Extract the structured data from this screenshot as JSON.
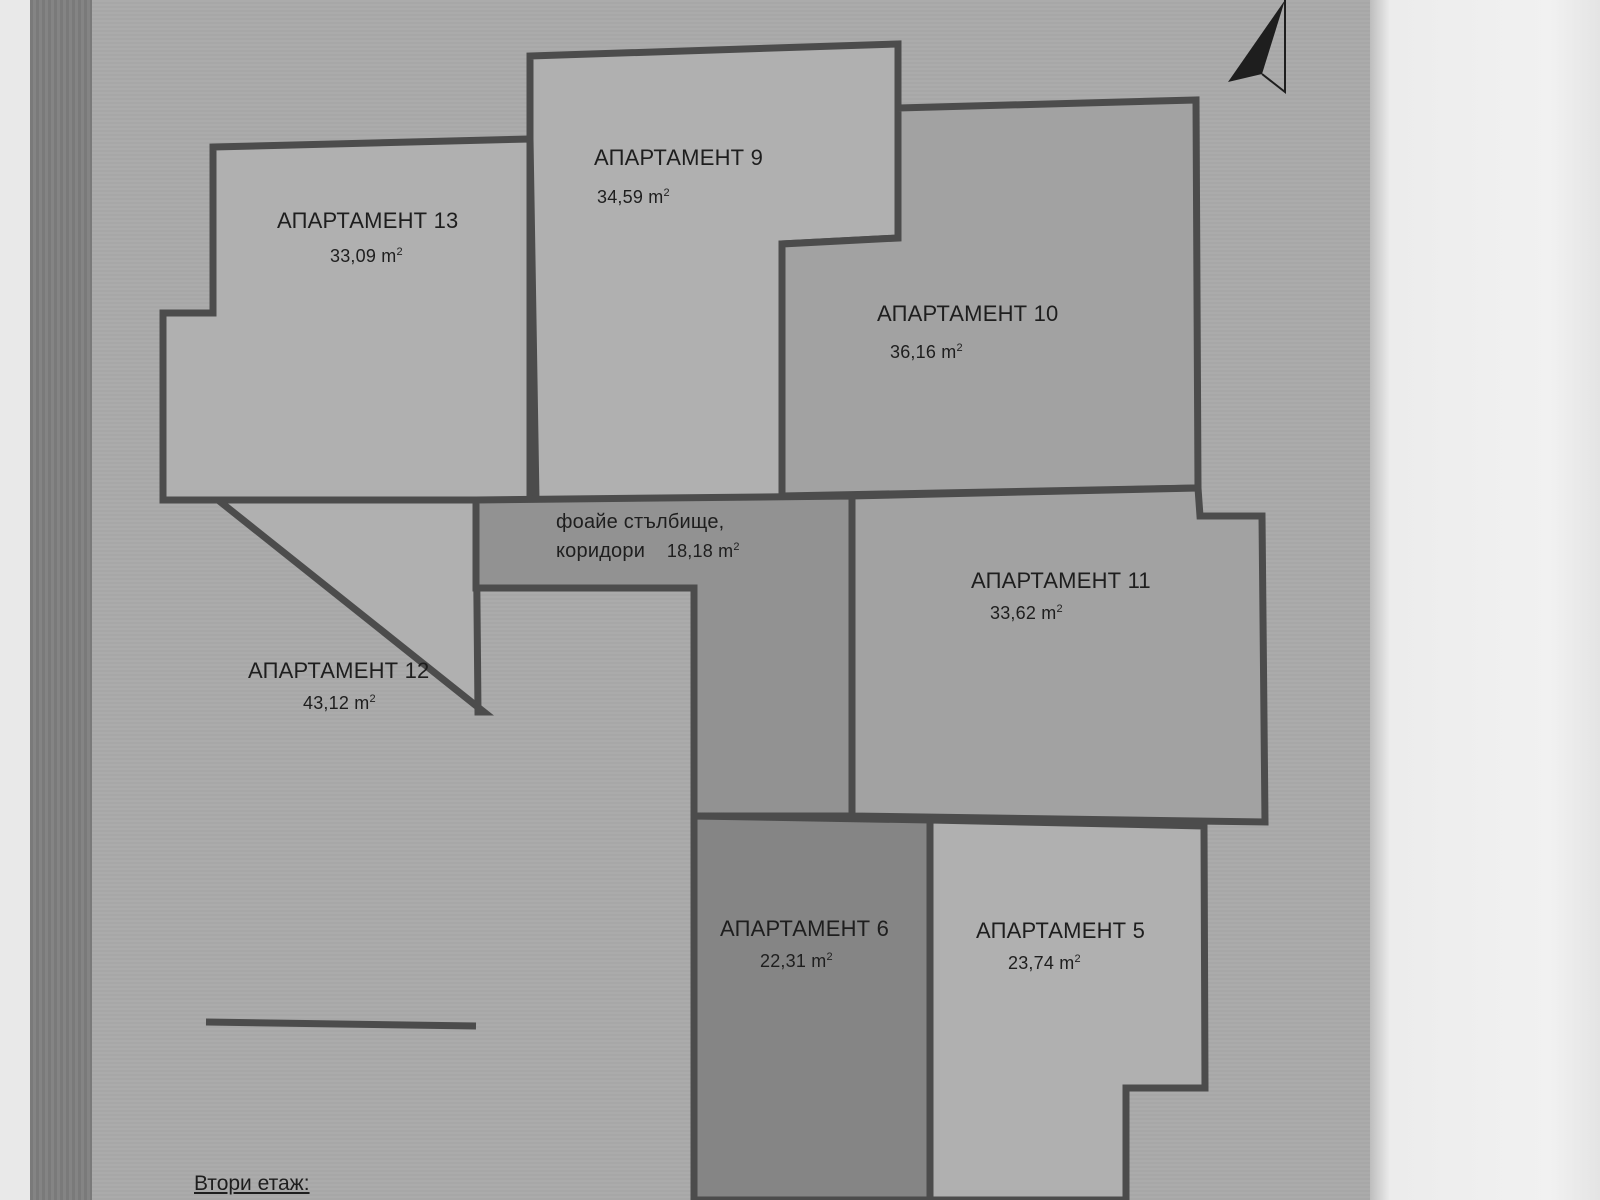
{
  "floor_title": "Втори етаж:",
  "area_unit": "m",
  "area_unit_exp": "2",
  "colors": {
    "wall": "#4c4c4c",
    "room_light": "#b0b0b0",
    "room_mid": "#a2a2a2",
    "room_dark": "#8c8c8c",
    "foyer": "#929292",
    "hallway": "#8a8a8a",
    "apt6": "#858585"
  },
  "rooms": [
    {
      "id": "apt13",
      "name": "АПАРТАМЕНТ 13",
      "area": "33,09"
    },
    {
      "id": "apt9",
      "name": "АПАРТАМЕНТ 9",
      "area": "34,59"
    },
    {
      "id": "apt10",
      "name": "АПАРТАМЕНТ 10",
      "area": "36,16"
    },
    {
      "id": "apt11",
      "name": "АПАРТАМЕНТ 11",
      "area": "33,62"
    },
    {
      "id": "apt12",
      "name": "АПАРТАМЕНТ 12",
      "area": "43,12"
    },
    {
      "id": "apt6",
      "name": "АПАРТАМЕНТ 6",
      "area": "22,31"
    },
    {
      "id": "apt5",
      "name": "АПАРТАМЕНТ 5",
      "area": "23,74"
    }
  ],
  "foyer": {
    "line1": "фоайе стълбище,",
    "line2": "коридори",
    "area": "18,18"
  }
}
